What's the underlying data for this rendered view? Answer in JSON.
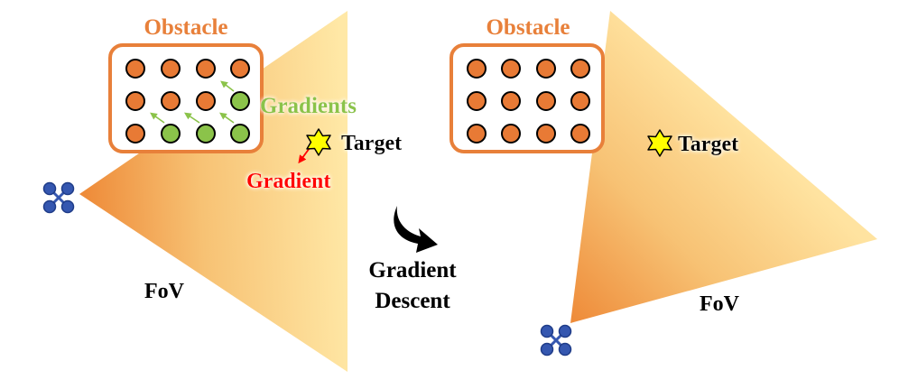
{
  "left_panel": {
    "obstacle_title": "Obstacle",
    "gradients_label": "Gradients",
    "target_label": "Target",
    "gradient_label": "Gradient",
    "fov_label": "FoV"
  },
  "middle": {
    "transition_line1": "Gradient",
    "transition_line2": "Descent"
  },
  "right_panel": {
    "obstacle_title": "Obstacle",
    "target_label": "Target",
    "fov_label": "FoV"
  },
  "colors": {
    "obstacle_orange": "#E87A35",
    "obstacle_box": "#E8803A",
    "gradient_green": "#8BC34A",
    "gradient_red": "#FF0000",
    "fov_light": "#FFE8A6",
    "fov_dark": "#EE8A38",
    "drone_blue": "#3557B0",
    "star_yellow": "#FFFF00"
  },
  "icons": [
    "drone-icon",
    "star-icon",
    "curved-arrow-icon"
  ]
}
